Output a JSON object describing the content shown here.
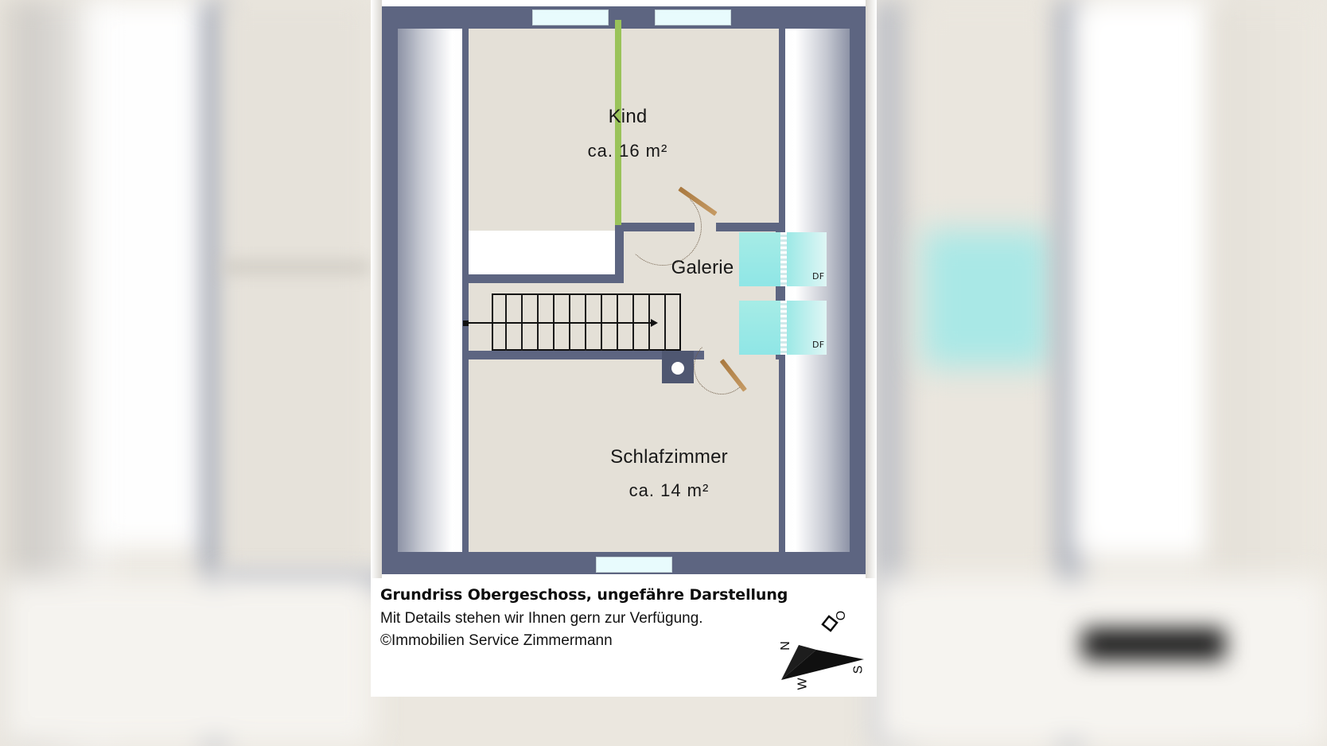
{
  "document": {
    "type": "floor-plan",
    "title": "Grundriss Obergeschoss, ungefähre Darstellung",
    "subtitle": "Mit Details stehen wir Ihnen gern zur Verfügung.",
    "copyright": "©Immobilien Service Zimmermann"
  },
  "rooms": [
    {
      "id": "kind",
      "name": "Kind",
      "area": "ca. 16 m²"
    },
    {
      "id": "galerie",
      "name": "Galerie",
      "area": ""
    },
    {
      "id": "schlafzimmer",
      "name": "Schlafzimmer",
      "area": "ca. 14 m²"
    }
  ],
  "skylights": [
    {
      "label": "DF"
    },
    {
      "label": "DF"
    }
  ],
  "compass": {
    "north": "N",
    "east": "O",
    "south": "S",
    "west": "W"
  },
  "colors": {
    "wall": "#5d6581",
    "floor": "#e4e0d7",
    "window_glass": "#e8fbfd",
    "skylight_glass": "#9bece8",
    "door_leaf": "#b98a50",
    "green_partition": "#9ac35a",
    "text": "#121212",
    "page_background": "#ffffff",
    "backdrop": "#e9e5dd"
  }
}
